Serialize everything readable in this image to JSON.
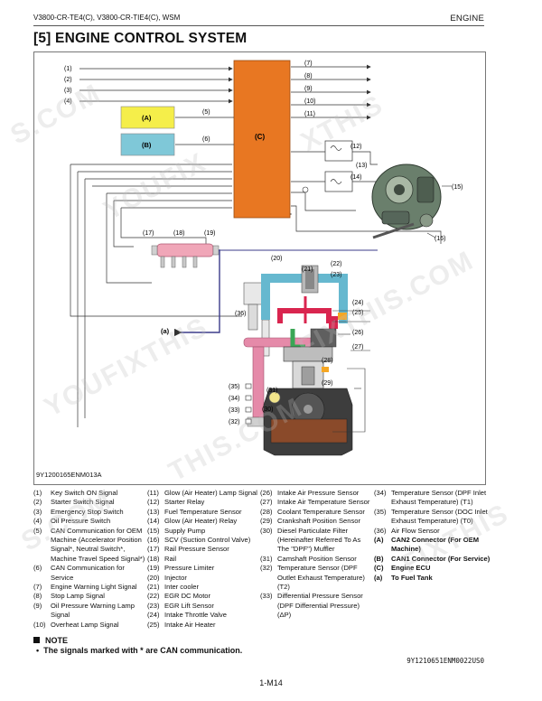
{
  "header": {
    "model": "V3800-CR-TE4(C), V3800-CR-TIE4(C), WSM",
    "section": "ENGINE"
  },
  "title": "[5]   ENGINE CONTROL SYSTEM",
  "diagram": {
    "id": "9Y1200165ENM013A",
    "ecu": "(C)",
    "box_a": "(A)",
    "box_b": "(B)",
    "callouts": {
      "c1": "(1)",
      "c2": "(2)",
      "c3": "(3)",
      "c4": "(4)",
      "c5": "(5)",
      "c6": "(6)",
      "c7": "(7)",
      "c8": "(8)",
      "c9": "(9)",
      "c10": "(10)",
      "c11": "(11)",
      "c12": "(12)",
      "c13": "(13)",
      "c14": "(14)",
      "c15": "(15)",
      "c16": "(16)",
      "c17": "(17)",
      "c18": "(18)",
      "c19": "(19)",
      "c20": "(20)",
      "c21": "(21)",
      "c22": "(22)",
      "c23": "(23)",
      "c24": "(24)",
      "c25": "(25)",
      "c26": "(26)",
      "c27": "(27)",
      "c28": "(28)",
      "c29": "(29)",
      "c30": "(30)",
      "c31": "(31)",
      "c32": "(32)",
      "c33": "(33)",
      "c34": "(34)",
      "c35": "(35)",
      "c36": "(36)",
      "ca": "(a)"
    },
    "colors": {
      "ecu": "#e87722",
      "box_a": "#f5ee4a",
      "box_b": "#7fc8d8",
      "rail": "#f0a6b8",
      "coolant": "#e58aa9",
      "engine_block": "#3d3d3d"
    }
  },
  "legend": {
    "col1": [
      {
        "k": "(1)",
        "v": "Key Switch ON Signal"
      },
      {
        "k": "(2)",
        "v": "Starter Switch Signal"
      },
      {
        "k": "(3)",
        "v": "Emergency Stop Switch"
      },
      {
        "k": "(4)",
        "v": "Oil Pressure Switch"
      },
      {
        "k": "(5)",
        "v": "CAN Communication for OEM Machine (Accelerator Position Signal*, Neutral Switch*, Machine Travel Speed Signal*)"
      },
      {
        "k": "(6)",
        "v": "CAN Communication for Service"
      },
      {
        "k": "(7)",
        "v": "Engine Warning Light Signal"
      },
      {
        "k": "(8)",
        "v": "Stop Lamp Signal"
      },
      {
        "k": "(9)",
        "v": "Oil Pressure Warning Lamp Signal"
      },
      {
        "k": "(10)",
        "v": "Overheat Lamp Signal"
      }
    ],
    "col2": [
      {
        "k": "(11)",
        "v": "Glow (Air Heater) Lamp Signal"
      },
      {
        "k": "(12)",
        "v": "Starter Relay"
      },
      {
        "k": "(13)",
        "v": "Fuel Temperature Sensor"
      },
      {
        "k": "(14)",
        "v": "Glow (Air Heater) Relay"
      },
      {
        "k": "(15)",
        "v": "Supply Pump"
      },
      {
        "k": "(16)",
        "v": "SCV (Suction Control Valve)"
      },
      {
        "k": "(17)",
        "v": "Rail Pressure Sensor"
      },
      {
        "k": "(18)",
        "v": "Rail"
      },
      {
        "k": "(19)",
        "v": "Pressure Limiter"
      },
      {
        "k": "(20)",
        "v": "Injector"
      },
      {
        "k": "(21)",
        "v": "Inter cooler"
      },
      {
        "k": "(22)",
        "v": "EGR DC Motor"
      },
      {
        "k": "(23)",
        "v": "EGR Lift Sensor"
      },
      {
        "k": "(24)",
        "v": "Intake Throttle Valve"
      },
      {
        "k": "(25)",
        "v": "Intake Air Heater"
      }
    ],
    "col3": [
      {
        "k": "(26)",
        "v": "Intake Air Pressure Sensor"
      },
      {
        "k": "(27)",
        "v": "Intake Air Temperature Sensor"
      },
      {
        "k": "(28)",
        "v": "Coolant Temperature Sensor"
      },
      {
        "k": "(29)",
        "v": "Crankshaft Position Sensor"
      },
      {
        "k": "(30)",
        "v": "Diesel Particulate Filter (Hereinafter Referred To As The \"DPF\") Muffler"
      },
      {
        "k": "(31)",
        "v": "Camshaft Position Sensor"
      },
      {
        "k": "(32)",
        "v": "Temperature Sensor (DPF Outlet Exhaust Temperature) (T2)"
      },
      {
        "k": "(33)",
        "v": "Differential Pressure Sensor (DPF Differential Pressure) (ΔP)"
      }
    ],
    "col4": [
      {
        "k": "(34)",
        "v": "Temperature Sensor (DPF Inlet Exhaust Temperature) (T1)",
        "bold": false
      },
      {
        "k": "(35)",
        "v": "Temperature Sensor (DOC Inlet Exhaust Temperature) (T0)",
        "bold": false
      },
      {
        "k": "(36)",
        "v": "Air Flow Sensor",
        "bold": false
      },
      {
        "k": "(A)",
        "v": "CAN2 Connector (For OEM Machine)",
        "bold": true
      },
      {
        "k": "(B)",
        "v": "CAN1 Connector (For Service)",
        "bold": true
      },
      {
        "k": "(C)",
        "v": "Engine ECU",
        "bold": true
      },
      {
        "k": "(a)",
        "v": "To Fuel Tank",
        "bold": true
      }
    ]
  },
  "note": {
    "title": "NOTE",
    "text": "The signals marked with * are CAN communication."
  },
  "ref_code": "9Y1210651ENM0022US0",
  "page": "1-M14"
}
